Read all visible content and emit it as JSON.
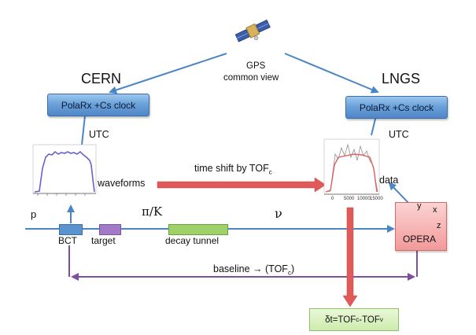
{
  "satellite": {
    "icon": "satellite-icon",
    "label_line1": "GPS",
    "label_line2": "common view"
  },
  "sites": {
    "left": "CERN",
    "right": "LNGS"
  },
  "clocks": {
    "left": "PolaRx +Cs clock",
    "right": "PolaRx +Cs clock"
  },
  "utc": {
    "left": "UTC",
    "right": "UTC"
  },
  "labels": {
    "waveforms": "waveforms",
    "time_shift": "time shift by TOF",
    "time_shift_sub": "c",
    "data": "data",
    "p": "p",
    "pi_k": "π/K",
    "nu": "ν",
    "bct": "BCT",
    "target": "target",
    "decay_tunnel": "decay tunnel",
    "opera": "OPERA",
    "axis_x": "x",
    "axis_y": "y",
    "axis_z": "z",
    "baseline_prefix": "baseline → (TOF",
    "baseline_sub": "c",
    "baseline_suffix": ")",
    "delta_prefix": "δt=TOF",
    "delta_sub1": "c",
    "delta_mid": "-TOF",
    "delta_sub2": "ν"
  },
  "data_plot_ticks": [
    "0",
    "5000",
    "10000",
    "15000"
  ],
  "colors": {
    "arrow_blue": "#4a86c5",
    "arrow_red": "#e15a5a",
    "baseline_purple": "#7d4f9e",
    "clock_blue": "#5b93d0",
    "opera_pink": "#f4a3a3",
    "delta_green": "#d4edb8",
    "target_purple": "#a27ac7",
    "tunnel_green": "#9fd06a"
  }
}
